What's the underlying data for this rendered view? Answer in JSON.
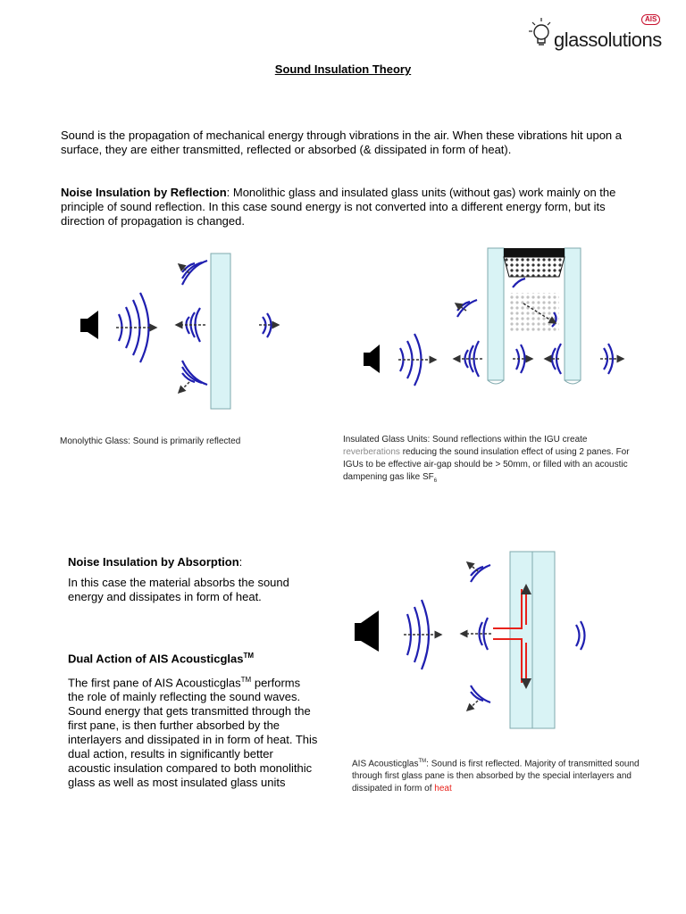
{
  "logo": {
    "ais": "AIS",
    "word": "glassolutions"
  },
  "title": "Sound Insulation Theory",
  "intro": "Sound is the propagation of mechanical energy through vibrations in the air.  When these vibrations hit upon a surface, they are either transmitted, reflected or absorbed (& dissipated in form of heat).",
  "reflection": {
    "heading": "Noise Insulation by Reflection",
    "body": ": Monolithic glass and insulated glass units (without gas) work mainly on the principle of sound reflection.  In this case sound energy is not converted into a different energy form, but its direction of propagation is changed."
  },
  "captions": {
    "monolithic": "Monolythic Glass:  Sound is primarily reflected",
    "igu_a": "Insulated Glass Units:  Sound reflections within the IGU create ",
    "igu_rev": "reverberations",
    "igu_b": " reducing the sound insulation effect of using 2 panes.  For IGUs to be effective air-gap should be > 50mm, or filled with an acoustic dampening gas like SF",
    "igu_sub": "6",
    "ais_a": "AIS Acousticglas",
    "ais_tm": "TM",
    "ais_b": ":  Sound is first reflected.  Majority of transmitted sound through first glass pane is then absorbed by the special interlayers and dissipated in form of ",
    "ais_heat": "heat"
  },
  "absorption": {
    "heading": "Noise Insulation by Absorption",
    "colon": ":",
    "body": "In this case the material absorbs the sound energy and dissipates in form of heat."
  },
  "dual": {
    "heading": "Dual Action of AIS Acousticglas",
    "tm": "TM",
    "body_a": "The first pane of AIS Acousticglas",
    "body_tm": "TM",
    "body_b": " performs the role of mainly reflecting the sound waves.  Sound energy that gets transmitted through the first pane, is then further absorbed by the interlayers and dissipated in in form of heat.   This dual action, results in significantly better acoustic insulation compared to both monolithic glass as well as most insulated glass units"
  },
  "colors": {
    "wave": "#1f1fb0",
    "glass_fill": "#d9f3f5",
    "glass_edge": "#7fa9ad",
    "heat": "#e8211a"
  }
}
